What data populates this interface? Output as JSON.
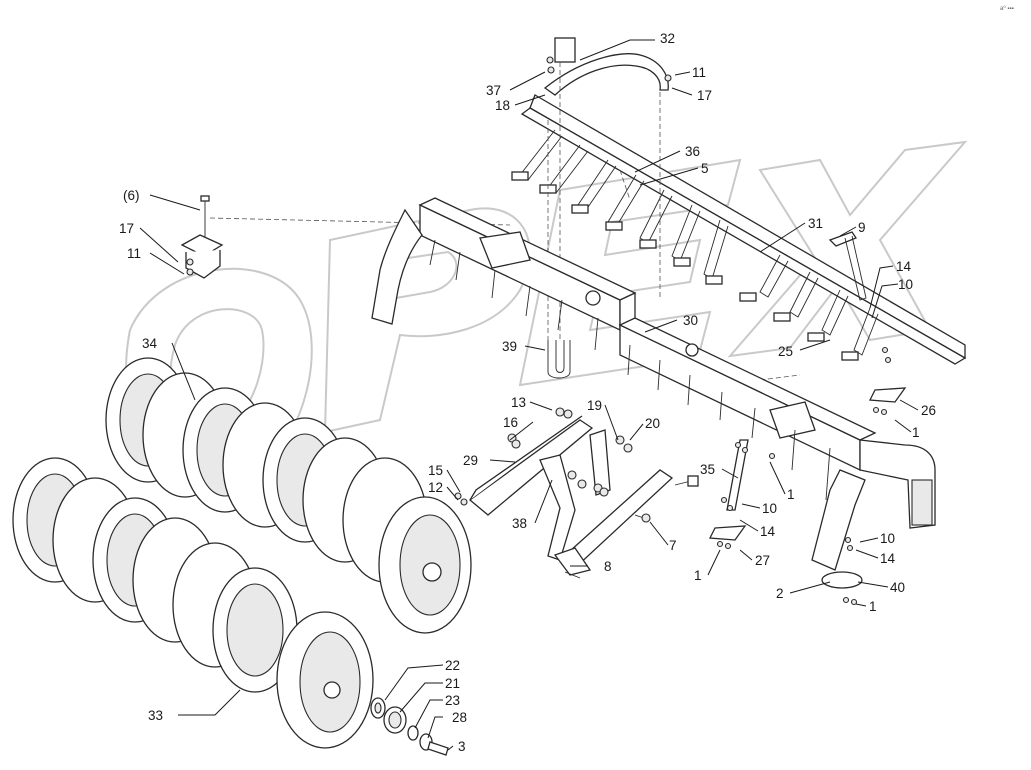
{
  "corner_mark": "a⁰ ▪▪▪",
  "watermark_text": "OPEX",
  "callouts": [
    {
      "id": "c32",
      "text": "32"
    },
    {
      "id": "c11a",
      "text": "11"
    },
    {
      "id": "c17a",
      "text": "17"
    },
    {
      "id": "c37",
      "text": "37"
    },
    {
      "id": "c18",
      "text": "18"
    },
    {
      "id": "c36",
      "text": "36"
    },
    {
      "id": "c5",
      "text": "5"
    },
    {
      "id": "c6",
      "text": "(6)"
    },
    {
      "id": "c17b",
      "text": "17"
    },
    {
      "id": "c11b",
      "text": "11"
    },
    {
      "id": "c31",
      "text": "31"
    },
    {
      "id": "c9",
      "text": "9"
    },
    {
      "id": "c14a",
      "text": "14"
    },
    {
      "id": "c10a",
      "text": "10"
    },
    {
      "id": "c30",
      "text": "30"
    },
    {
      "id": "c25",
      "text": "25"
    },
    {
      "id": "c34",
      "text": "34"
    },
    {
      "id": "c39",
      "text": "39"
    },
    {
      "id": "c26",
      "text": "26"
    },
    {
      "id": "c13",
      "text": "13"
    },
    {
      "id": "c16",
      "text": "16"
    },
    {
      "id": "c19",
      "text": "19"
    },
    {
      "id": "c20",
      "text": "20"
    },
    {
      "id": "c1a",
      "text": "1"
    },
    {
      "id": "c29",
      "text": "29"
    },
    {
      "id": "c15",
      "text": "15"
    },
    {
      "id": "c12",
      "text": "12"
    },
    {
      "id": "c35",
      "text": "35"
    },
    {
      "id": "c10b",
      "text": "10"
    },
    {
      "id": "c1b",
      "text": "1"
    },
    {
      "id": "c38",
      "text": "38"
    },
    {
      "id": "c14b",
      "text": "14"
    },
    {
      "id": "c7",
      "text": "7"
    },
    {
      "id": "c10c",
      "text": "10"
    },
    {
      "id": "c14c",
      "text": "14"
    },
    {
      "id": "c27",
      "text": "27"
    },
    {
      "id": "c8",
      "text": "8"
    },
    {
      "id": "c1c",
      "text": "1"
    },
    {
      "id": "c2",
      "text": "2"
    },
    {
      "id": "c40",
      "text": "40"
    },
    {
      "id": "c1d",
      "text": "1"
    },
    {
      "id": "c22",
      "text": "22"
    },
    {
      "id": "c21",
      "text": "21"
    },
    {
      "id": "c23",
      "text": "23"
    },
    {
      "id": "c28",
      "text": "28"
    },
    {
      "id": "c33",
      "text": "33"
    },
    {
      "id": "c3",
      "text": "3"
    }
  ]
}
